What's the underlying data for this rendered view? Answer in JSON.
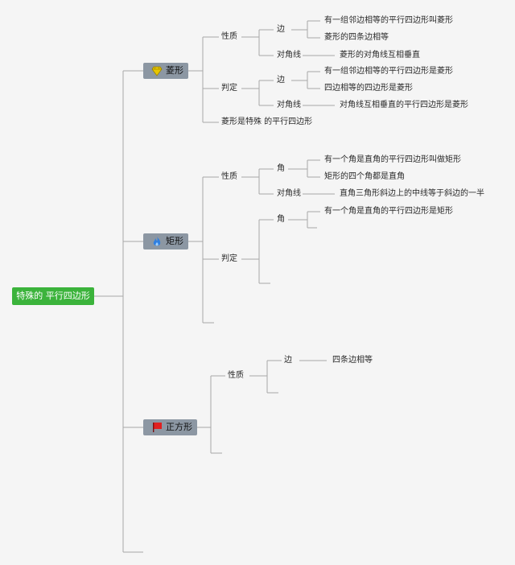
{
  "root": {
    "label": "特殊的 平行四边形"
  },
  "rhombus": {
    "label": "菱形",
    "icon": "diamond-icon",
    "properties": {
      "label": "性质",
      "sides": {
        "label": "边",
        "items": [
          "有一组邻边相等的平行四边形叫菱形",
          "菱形的四条边相等"
        ]
      },
      "diagonals": {
        "label": "对角线",
        "items": [
          "菱形的对角线互相垂直"
        ]
      }
    },
    "criteria": {
      "label": "判定",
      "sides": {
        "label": "边",
        "items": [
          "有一组邻边相等的平行四边形是菱形",
          "四边相等的四边形是菱形"
        ]
      },
      "diagonals": {
        "label": "对角线",
        "items": [
          "对角线互相垂直的平行四边形是菱形"
        ]
      }
    },
    "note": "菱形是特殊 的平行四边形"
  },
  "rectangle": {
    "label": "矩形",
    "icon": "flame-icon",
    "properties": {
      "label": "性质",
      "angles": {
        "label": "角",
        "items": [
          "有一个角是直角的平行四边形叫做矩形",
          "矩形的四个角都是直角"
        ]
      },
      "diagonals": {
        "label": "对角线",
        "items": [
          "直角三角形斜边上的中线等于斜边的一半"
        ]
      }
    },
    "criteria": {
      "label": "判定",
      "angles": {
        "label": "角",
        "items": [
          "有一个角是直角的平行四边形是矩形"
        ]
      }
    }
  },
  "square": {
    "label": "正方形",
    "icon": "flag-icon",
    "properties": {
      "label": "性质",
      "sides": {
        "label": "边",
        "items": [
          "四条边相等"
        ]
      }
    }
  },
  "colors": {
    "root": "#3bb33b",
    "topic": "#8c97a3",
    "line": "#a8a8a8",
    "background": "#f5f5f5",
    "diamond": "#e8c600",
    "flame": "#2f7fe0",
    "flag": "#e02020"
  }
}
